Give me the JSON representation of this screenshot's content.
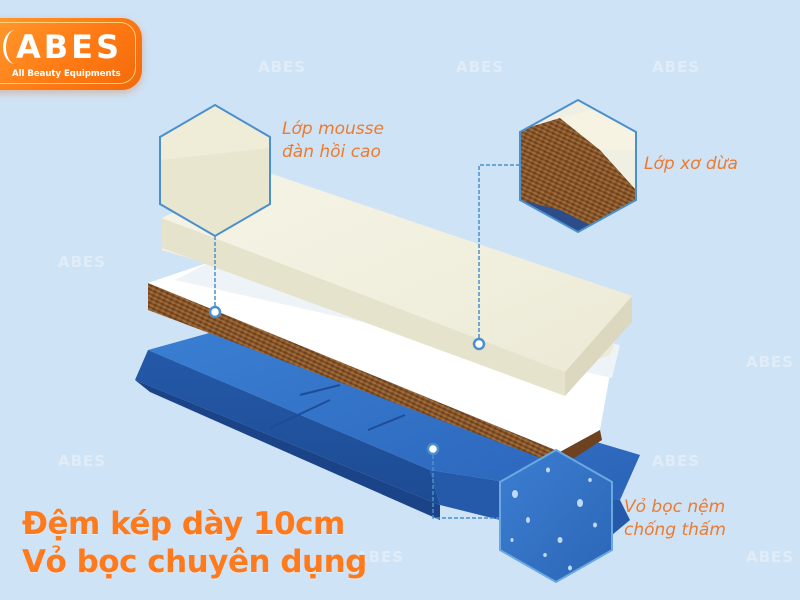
{
  "brand": {
    "name": "ABES",
    "tagline": "All Beauty Equipments",
    "colors": {
      "orange": "#ff7a14",
      "text_orange": "#ee7a2e",
      "background": "#cfe3f6",
      "hex_border": "#4b90cc",
      "foam": "#f2f0df",
      "coir": "#8a5a2b",
      "cover_blue": "#2f6fc3"
    }
  },
  "watermark": "ABES",
  "callouts": {
    "foam": {
      "line1": "Lớp mousse",
      "line2": "đàn hồi cao"
    },
    "coir": {
      "line1": "Lớp xơ dừa"
    },
    "cover": {
      "line1": "Vỏ bọc nệm",
      "line2": "chống thấm"
    }
  },
  "headline": {
    "line1": "Đệm kép dày 10cm",
    "line2": "Vỏ bọc chuyên dụng"
  }
}
